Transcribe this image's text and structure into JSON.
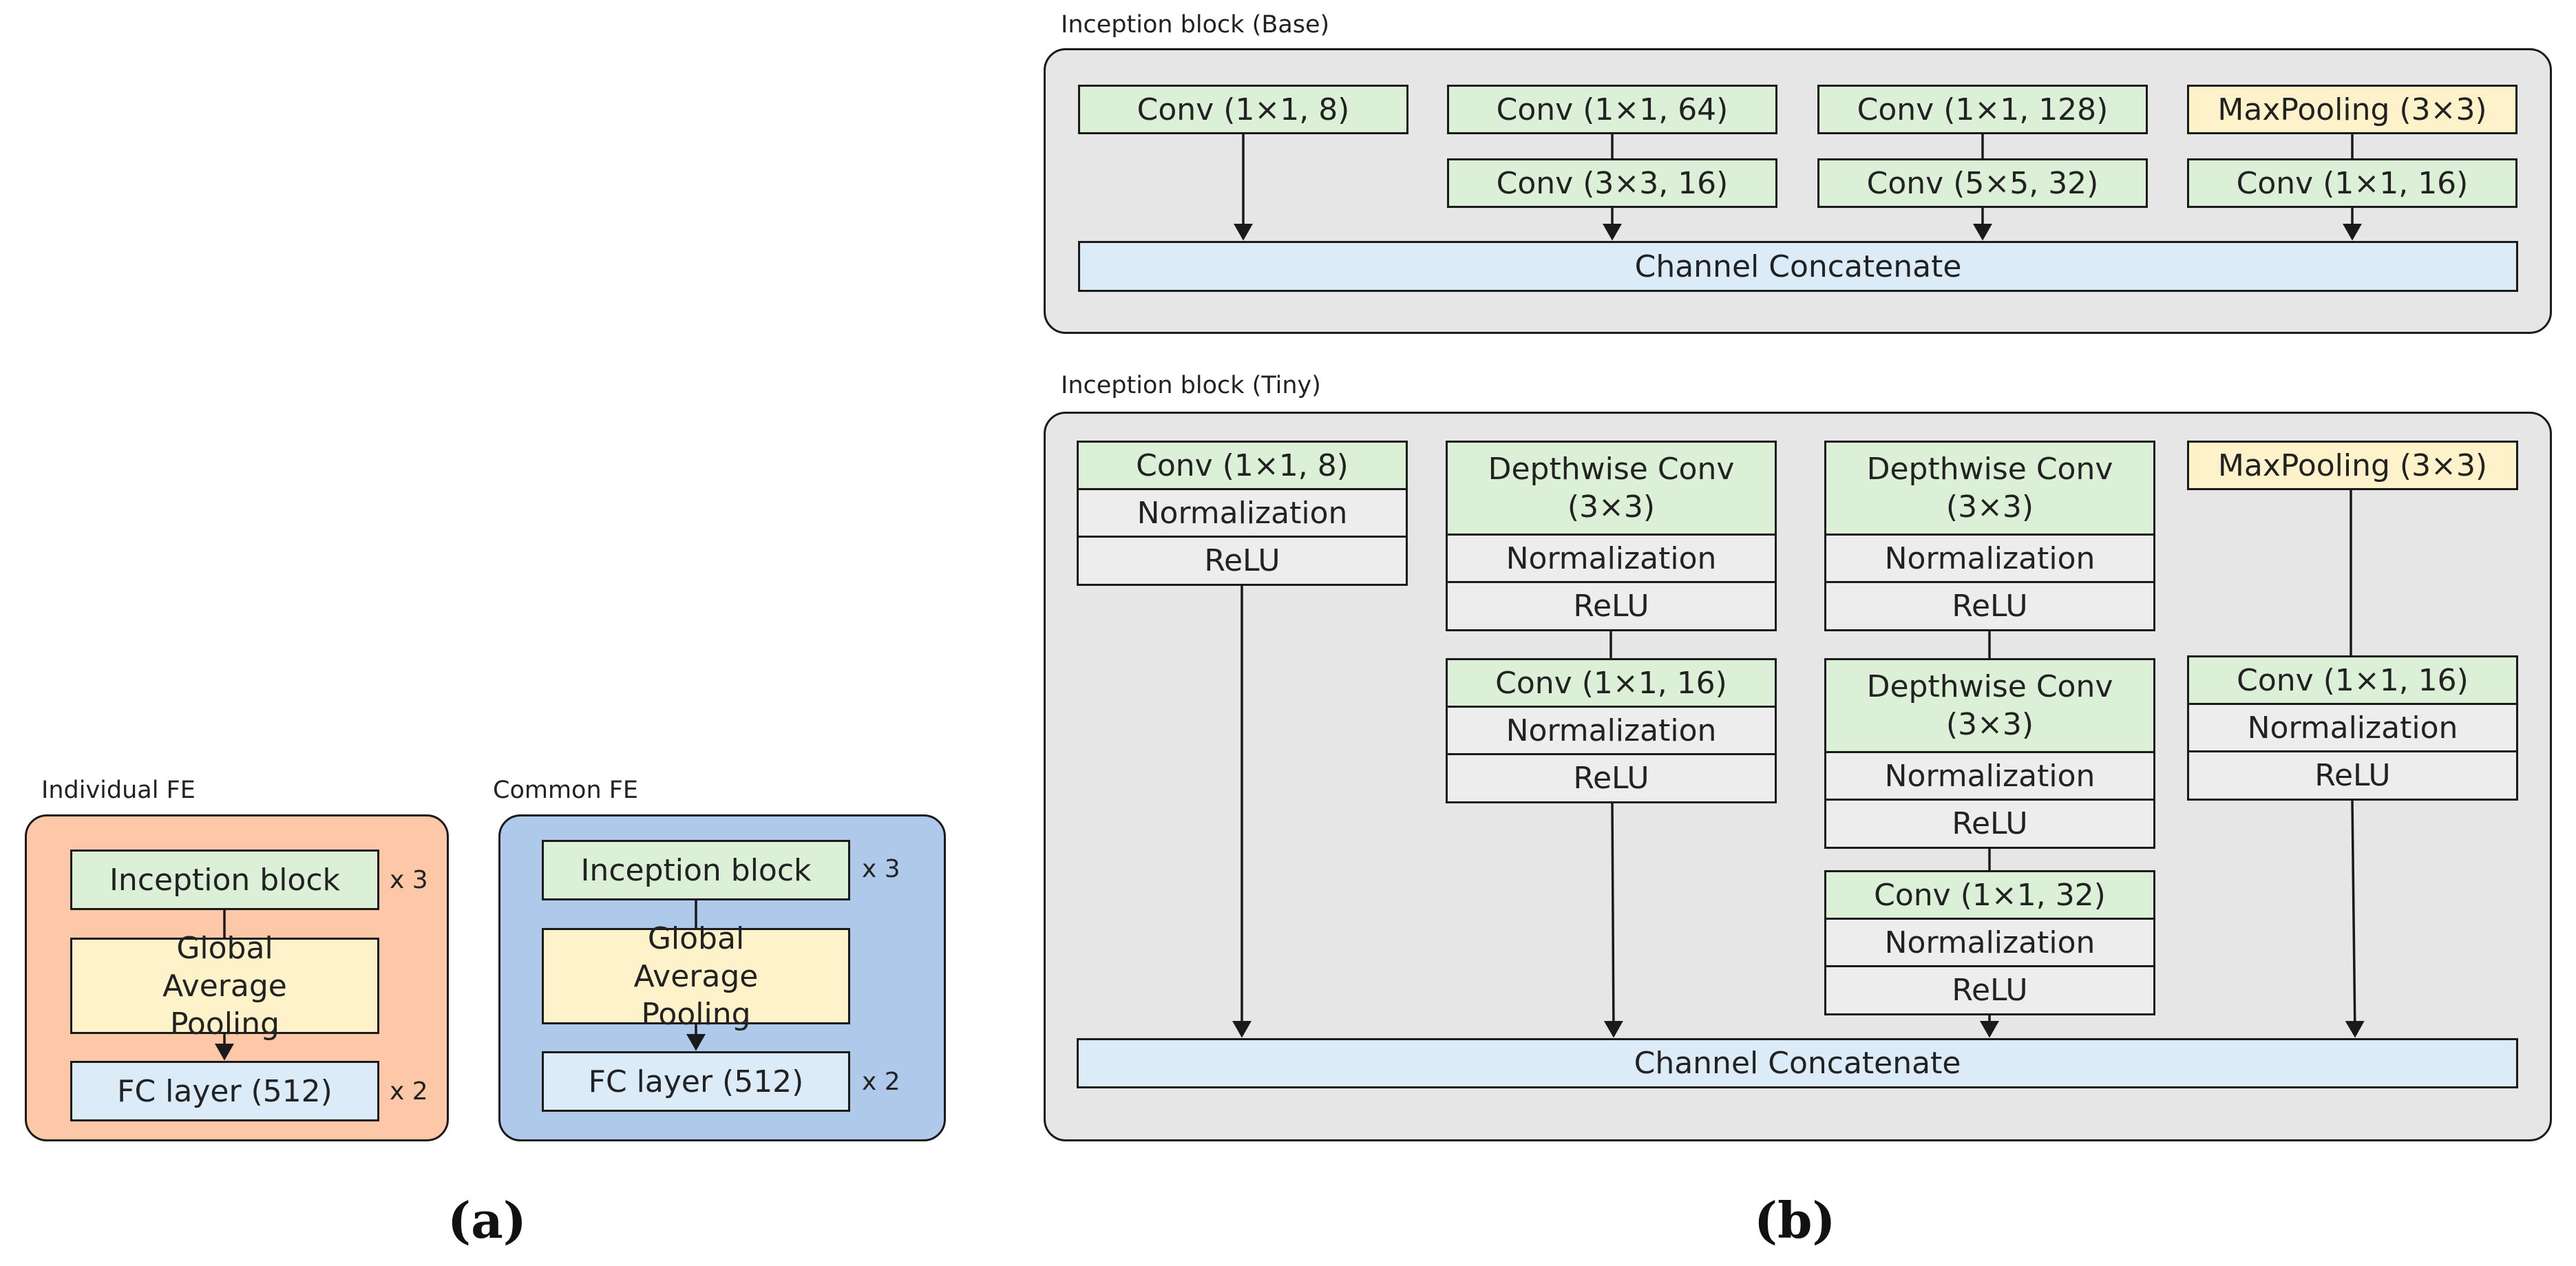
{
  "colors": {
    "individual_bg": "#fcc8a8",
    "common_bg": "#aec9e9",
    "inception_bg": "#e6e6e6",
    "conv_green": "#dcefd7",
    "pooling_yellow": "#fdf2c9",
    "fc_blue": "#dcebf8",
    "norm_gray": "#ededed"
  },
  "individual_fe": {
    "title": "Individual FE",
    "inception": "Inception block",
    "inception_mult": "x 3",
    "gap": "Global Average Pooling",
    "fc": "FC layer (512)",
    "fc_mult": "x 2"
  },
  "common_fe": {
    "title": "Common FE",
    "inception": "Inception block",
    "inception_mult": "x 3",
    "gap": "Global Average Pooling",
    "fc": "FC layer (512)",
    "fc_mult": "x 2"
  },
  "base_block": {
    "title": "Inception block (Base)",
    "b1": "Conv (1×1, 8)",
    "b2_top": "Conv (1×1, 64)",
    "b2_bottom": "Conv (3×3, 16)",
    "b3_top": "Conv (1×1, 128)",
    "b3_bottom": "Conv (5×5, 32)",
    "b4_top": "MaxPooling (3×3)",
    "b4_bottom": "Conv (1×1, 16)",
    "concat": "Channel Concatenate"
  },
  "tiny_block": {
    "title": "Inception block (Tiny)",
    "c1": {
      "conv": "Conv (1×1, 8)",
      "norm": "Normalization",
      "relu": "ReLU"
    },
    "c2": {
      "dw": "Depthwise Conv (3×3)",
      "norm1": "Normalization",
      "relu1": "ReLU",
      "conv": "Conv (1×1, 16)",
      "norm2": "Normalization",
      "relu2": "ReLU"
    },
    "c3": {
      "dw1": "Depthwise Conv (3×3)",
      "norm1": "Normalization",
      "relu1": "ReLU",
      "dw2": "Depthwise Conv (3×3)",
      "norm2": "Normalization",
      "relu2": "ReLU",
      "conv": "Conv (1×1, 32)",
      "norm3": "Normalization",
      "relu3": "ReLU"
    },
    "c4": {
      "pool": "MaxPooling (3×3)",
      "conv": "Conv (1×1, 16)",
      "norm": "Normalization",
      "relu": "ReLU"
    },
    "concat": "Channel Concatenate"
  },
  "captions": {
    "a": "(a)",
    "b": "(b)"
  }
}
